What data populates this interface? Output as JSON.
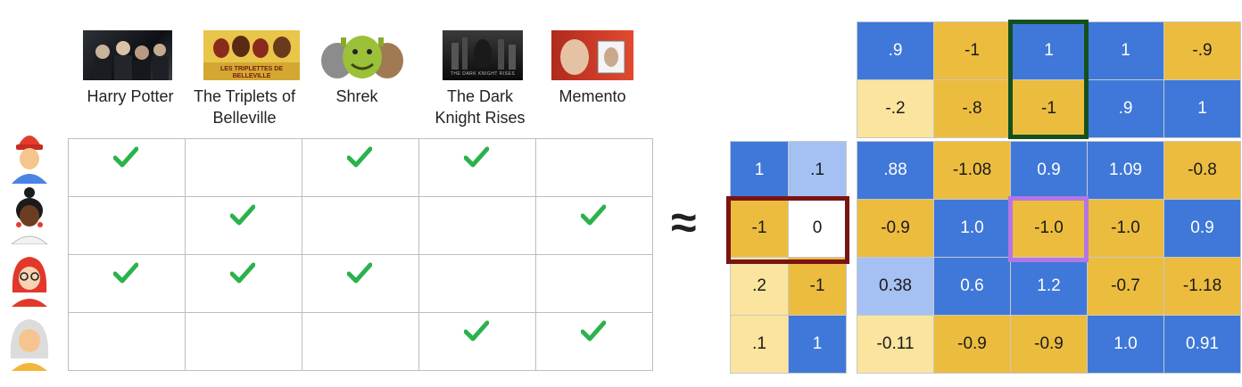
{
  "movies": [
    {
      "title": "Harry Potter"
    },
    {
      "title": "The Triplets of Belleville"
    },
    {
      "title": "Shrek"
    },
    {
      "title": "The Dark Knight Rises"
    },
    {
      "title": "Memento"
    }
  ],
  "poster_text": {
    "triplets": "LES TRIPLETTES DE BELLEVILLE",
    "dark_knight": "THE DARK KNIGHT RISES"
  },
  "users": [
    "user-red-hat",
    "user-dark-hair",
    "user-red-hair-glasses",
    "user-gray-hair"
  ],
  "ratings": [
    [
      1,
      0,
      1,
      1,
      0
    ],
    [
      0,
      1,
      0,
      0,
      1
    ],
    [
      1,
      1,
      1,
      0,
      0
    ],
    [
      0,
      0,
      0,
      1,
      1
    ]
  ],
  "approx_symbol": "≈",
  "movie_embeddings": [
    [
      {
        "v": ".9",
        "c": "db"
      },
      {
        "v": "-1",
        "c": "dy"
      },
      {
        "v": "1",
        "c": "db"
      },
      {
        "v": "1",
        "c": "db"
      },
      {
        "v": "-.9",
        "c": "dy"
      }
    ],
    [
      {
        "v": "-.2",
        "c": "ly"
      },
      {
        "v": "-.8",
        "c": "dy"
      },
      {
        "v": "-1",
        "c": "dy"
      },
      {
        "v": ".9",
        "c": "db"
      },
      {
        "v": "1",
        "c": "db"
      }
    ]
  ],
  "user_embeddings": [
    [
      {
        "v": "1",
        "c": "db"
      },
      {
        "v": ".1",
        "c": "lb"
      }
    ],
    [
      {
        "v": "-1",
        "c": "dy"
      },
      {
        "v": "0",
        "c": "w"
      }
    ],
    [
      {
        "v": ".2",
        "c": "ly"
      },
      {
        "v": "-1",
        "c": "dy"
      }
    ],
    [
      {
        "v": ".1",
        "c": "ly"
      },
      {
        "v": "1",
        "c": "db"
      }
    ]
  ],
  "product": [
    [
      {
        "v": ".88",
        "c": "db"
      },
      {
        "v": "-1.08",
        "c": "dy"
      },
      {
        "v": "0.9",
        "c": "db"
      },
      {
        "v": "1.09",
        "c": "db"
      },
      {
        "v": "-0.8",
        "c": "dy"
      }
    ],
    [
      {
        "v": "-0.9",
        "c": "dy"
      },
      {
        "v": "1.0",
        "c": "db"
      },
      {
        "v": "-1.0",
        "c": "dy"
      },
      {
        "v": "-1.0",
        "c": "dy"
      },
      {
        "v": "0.9",
        "c": "db"
      }
    ],
    [
      {
        "v": "0.38",
        "c": "lb"
      },
      {
        "v": "0.6",
        "c": "db"
      },
      {
        "v": "1.2",
        "c": "db"
      },
      {
        "v": "-0.7",
        "c": "dy"
      },
      {
        "v": "-1.18",
        "c": "dy"
      }
    ],
    [
      {
        "v": "-0.11",
        "c": "ly"
      },
      {
        "v": "-0.9",
        "c": "dy"
      },
      {
        "v": "-0.9",
        "c": "dy"
      },
      {
        "v": "1.0",
        "c": "db"
      },
      {
        "v": "0.91",
        "c": "db"
      }
    ]
  ],
  "colors": {
    "dark_blue": "#3f78d8",
    "light_blue": "#a5c1f3",
    "dark_yellow": "#ecbc3e",
    "light_yellow": "#fae49e",
    "check_green": "#2bb24c",
    "highlight_green": "#14501e",
    "highlight_red": "#7a1414",
    "highlight_purple": "#b476e6"
  }
}
